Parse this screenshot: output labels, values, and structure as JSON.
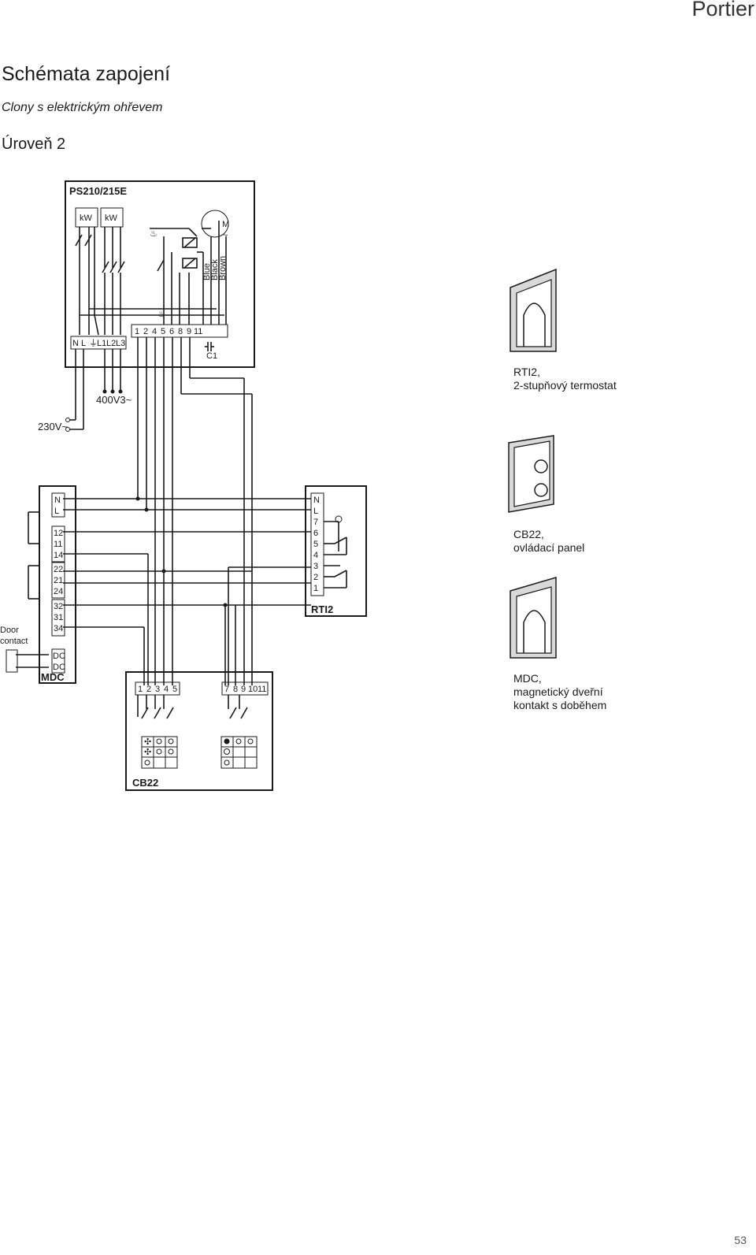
{
  "header": {
    "brand": "Portier"
  },
  "page": {
    "title": "Schémata zapojení",
    "subtitle": "Clony s elektrickým ohřevem",
    "level": "Úroveň 2",
    "page_number": "53"
  },
  "diagram": {
    "ps_unit": {
      "title": "PS210/215E",
      "heater_labels": [
        "kW",
        "kW"
      ],
      "motor_label": "M",
      "motor_symbol": "~",
      "wire_colors": [
        "Blue",
        "Black",
        "Brown"
      ],
      "power_terminals": [
        "N",
        "L",
        "⏚",
        "L1",
        "L2",
        "L3"
      ],
      "control_terminals": [
        "1",
        "2",
        "4",
        "5",
        "6",
        "8",
        "9",
        "11"
      ],
      "capacitor_label": "C1"
    },
    "supply_400": "400V3~",
    "supply_230": "230V~",
    "mdc": {
      "title": "MDC",
      "terminals": [
        "N",
        "L",
        "12",
        "11",
        "14",
        "22",
        "21",
        "24",
        "32",
        "31",
        "34",
        "DC",
        "DC"
      ]
    },
    "rti": {
      "title": "RTI2",
      "terminals": [
        "N",
        "L",
        "7",
        "6",
        "5",
        "4",
        "3",
        "2",
        "1"
      ]
    },
    "cb": {
      "title": "CB22",
      "terminals_a": [
        "1",
        "2",
        "3",
        "4",
        "5"
      ],
      "terminals_b": [
        "7",
        "8",
        "9",
        "10",
        "11"
      ]
    },
    "door_contact": [
      "Door",
      "contact"
    ]
  },
  "products": [
    {
      "name": "RTI2,",
      "desc": "2-stupňový termostat"
    },
    {
      "name": "CB22,",
      "desc": "ovládací panel"
    },
    {
      "name": "MDC,",
      "desc": "magnetický dveřní",
      "desc2": "kontakt s doběhem"
    }
  ]
}
